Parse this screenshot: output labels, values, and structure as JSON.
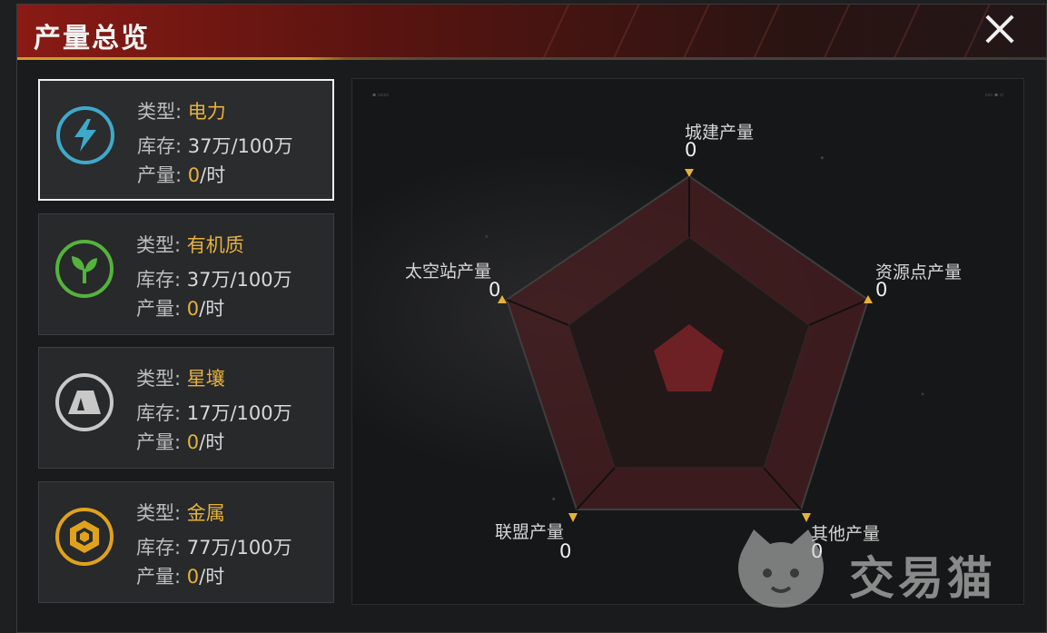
{
  "window": {
    "title": "产量总览",
    "close_icon": "close-icon"
  },
  "colors": {
    "accent_gold": "#e7b23a",
    "header_red": "#8a1a14",
    "radar_fill": "#5a1e22"
  },
  "resources": [
    {
      "icon": "lightning-icon",
      "icon_color": "#3fa9c9",
      "type_label": "类型:",
      "type": "电力",
      "stock_label": "库存:",
      "stock": "37万/100万",
      "rate_label": "产量:",
      "rate_value": "0",
      "rate_unit": "/时",
      "selected": true
    },
    {
      "icon": "leaf-icon",
      "icon_color": "#55b33c",
      "type_label": "类型:",
      "type": "有机质",
      "stock_label": "库存:",
      "stock": "37万/100万",
      "rate_label": "产量:",
      "rate_value": "0",
      "rate_unit": "/时",
      "selected": false
    },
    {
      "icon": "mountain-icon",
      "icon_color": "#c8c8c8",
      "type_label": "类型:",
      "type": "星壤",
      "stock_label": "库存:",
      "stock": "17万/100万",
      "rate_label": "产量:",
      "rate_value": "0",
      "rate_unit": "/时",
      "selected": false
    },
    {
      "icon": "hexagon-ore-icon",
      "icon_color": "#e0a21c",
      "type_label": "类型:",
      "type": "金属",
      "stock_label": "库存:",
      "stock": "77万/100万",
      "rate_label": "产量:",
      "rate_value": "0",
      "rate_unit": "/时",
      "selected": false
    }
  ],
  "radar": {
    "axes": [
      {
        "label": "城建产量",
        "value": "0"
      },
      {
        "label": "资源点产量",
        "value": "0"
      },
      {
        "label": "其他产量",
        "value": "0"
      },
      {
        "label": "联盟产量",
        "value": "0"
      },
      {
        "label": "太空站产量",
        "value": "0"
      }
    ]
  },
  "watermark": {
    "text": "交易猫",
    "icon": "cat-logo-icon"
  }
}
